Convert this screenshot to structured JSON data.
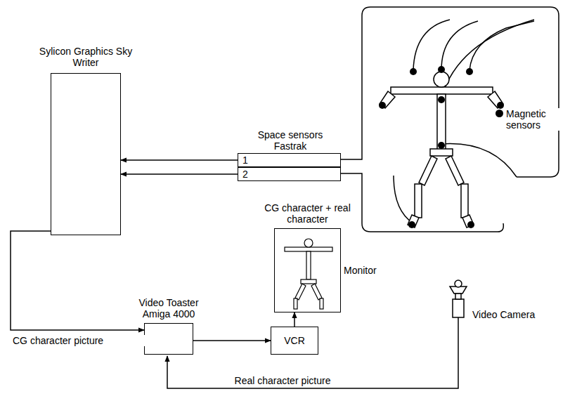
{
  "diagram": {
    "nodes": [
      {
        "text": [
          "Sylicon Graphics Sky Writer"
        ]
      },
      {
        "text": [
          "1"
        ]
      },
      {
        "text": [
          "2"
        ]
      },
      {
        "text": [
          "Video Toaster Amiga 4000"
        ]
      },
      {
        "text": [
          "VCR"
        ]
      },
      {
        "text": [
          "CG character + real character",
          "Monitor"
        ]
      }
    ],
    "edges": [
      {
        "from": 1,
        "to": 0,
        "arrow": "to"
      },
      {
        "from": 2,
        "to": 0,
        "arrow": "to"
      },
      {
        "from": 0,
        "to": 3,
        "label": "CG character picture",
        "arrow": "to"
      },
      {
        "from": 3,
        "to": 4,
        "arrow": "to"
      },
      {
        "from": 4,
        "to": 5,
        "arrow": "to"
      }
    ],
    "labels": [
      "Space sensors Fastrak",
      "Video Camera",
      "Real character picture"
    ],
    "legend": [
      {
        "text": "Magnetic sensors"
      }
    ]
  }
}
